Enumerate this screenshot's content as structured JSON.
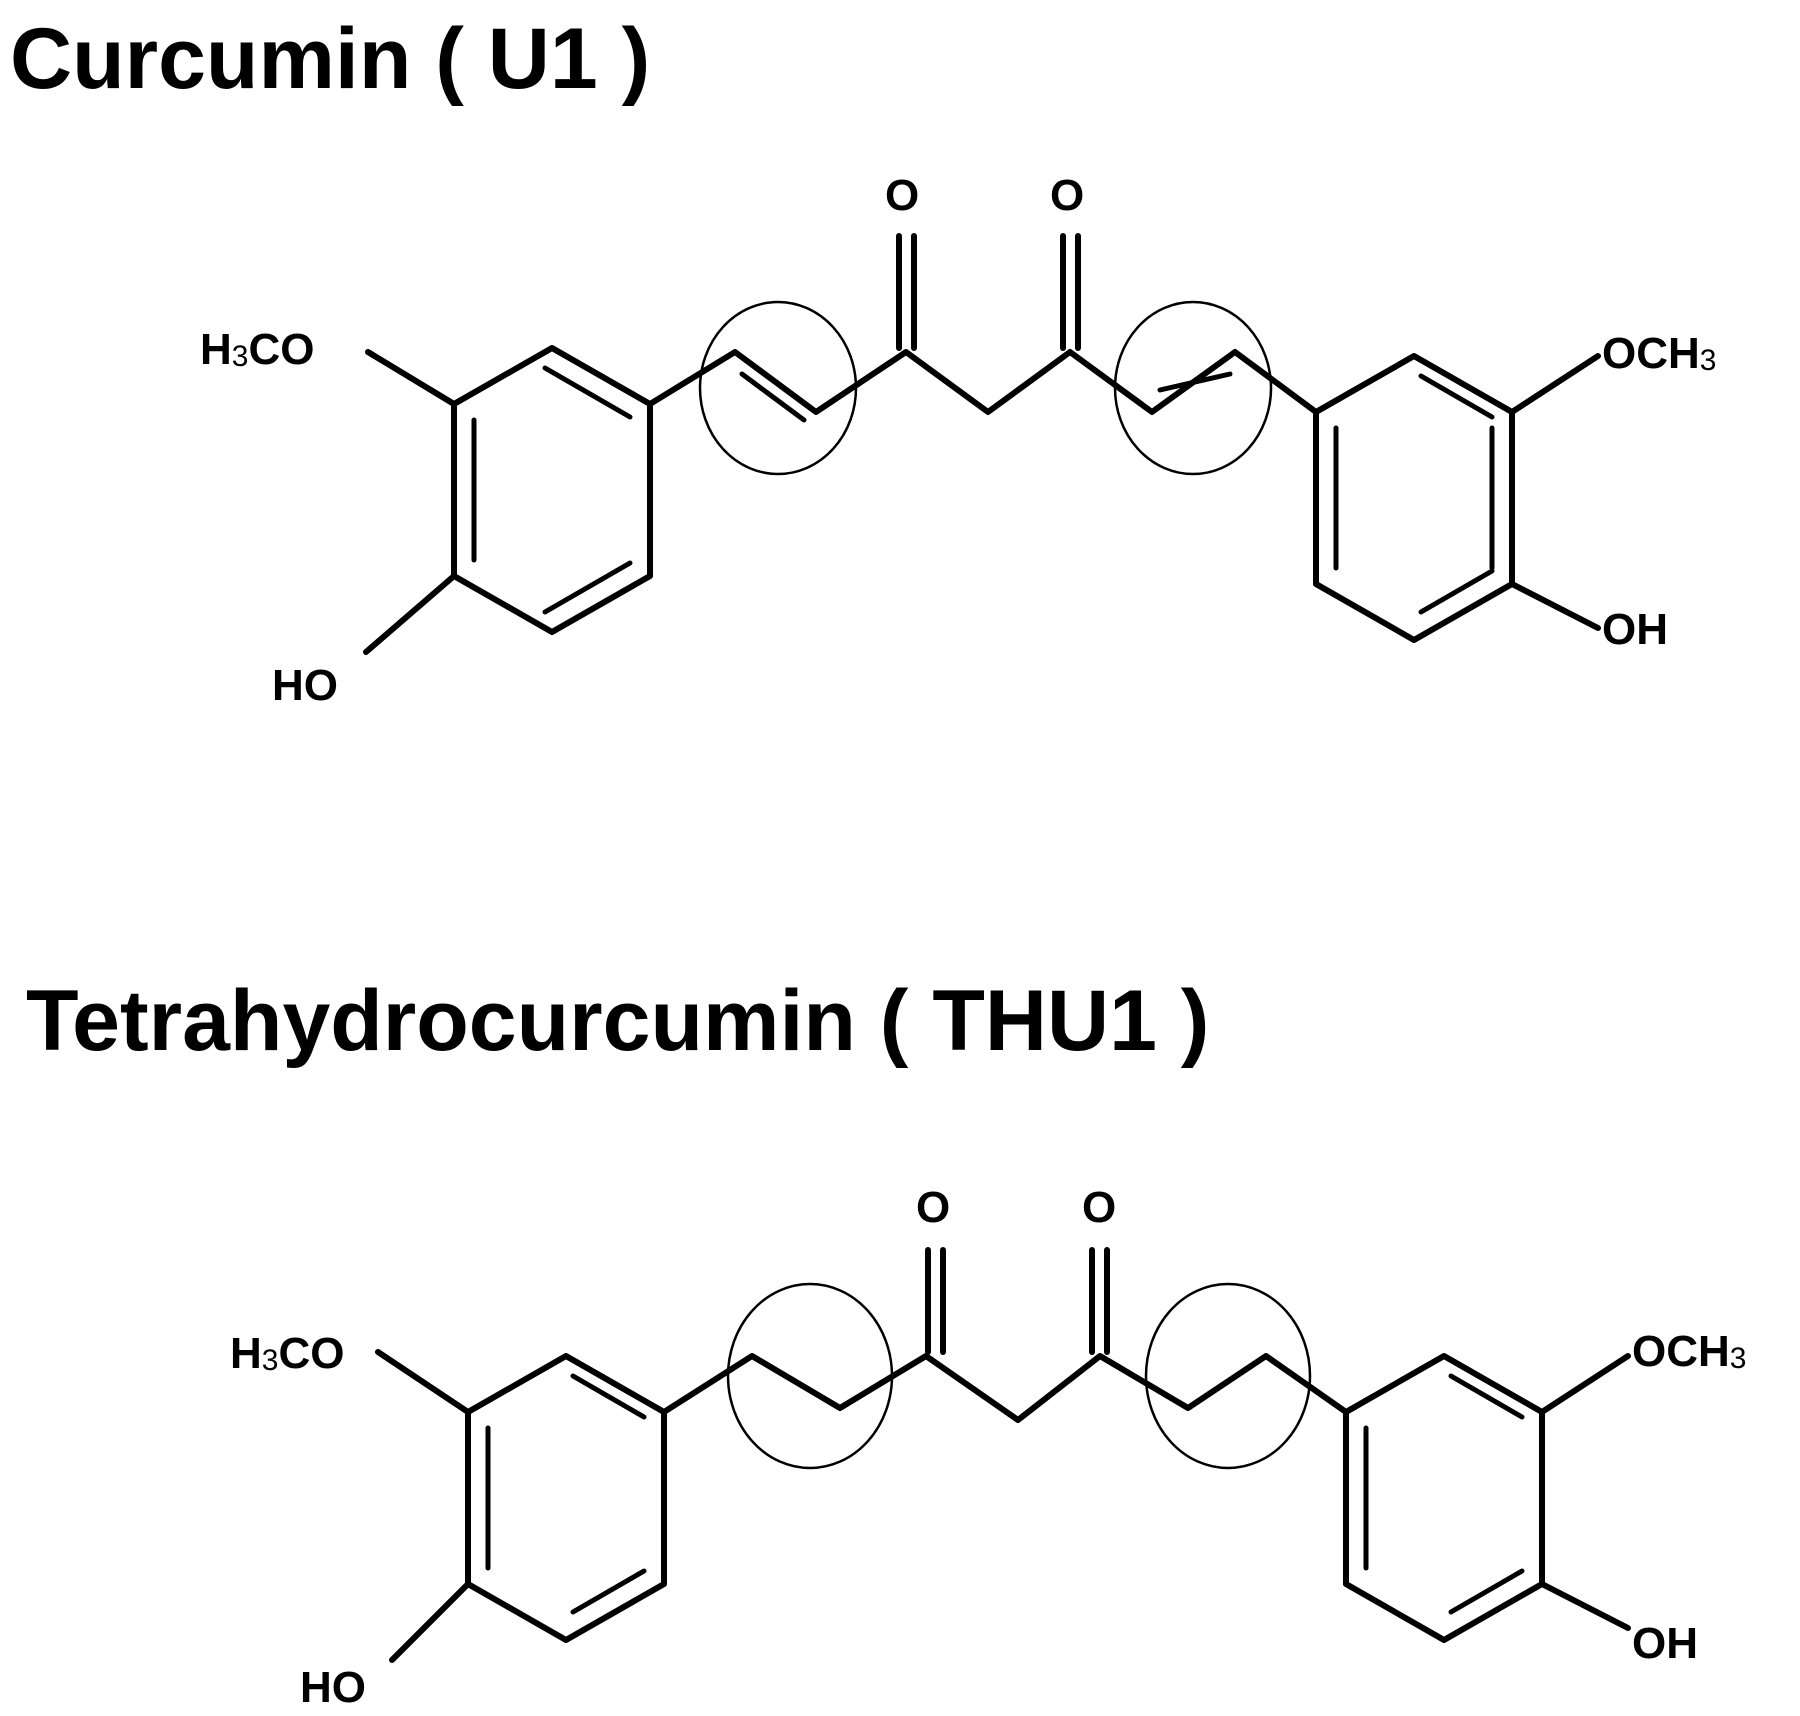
{
  "molecules": [
    {
      "title": "Curcumin ( U1 )",
      "labels": {
        "o_left": "O",
        "o_right": "O",
        "methoxy_left": [
          "H",
          "3",
          "CO"
        ],
        "methoxy_right": [
          "OCH",
          "3",
          ""
        ],
        "hydroxyl_left": "HO",
        "hydroxyl_right": "OH"
      },
      "linker": "double"
    },
    {
      "title": "Tetrahydrocurcumin ( THU1 )",
      "labels": {
        "o_left": "O",
        "o_right": "O",
        "methoxy_left": [
          "H",
          "3",
          "CO"
        ],
        "methoxy_right": [
          "OCH",
          "3",
          ""
        ],
        "hydroxyl_left": "HO",
        "hydroxyl_right": "OH"
      },
      "linker": "single"
    }
  ],
  "colors": {
    "ink": "#000000",
    "background": "#ffffff"
  }
}
